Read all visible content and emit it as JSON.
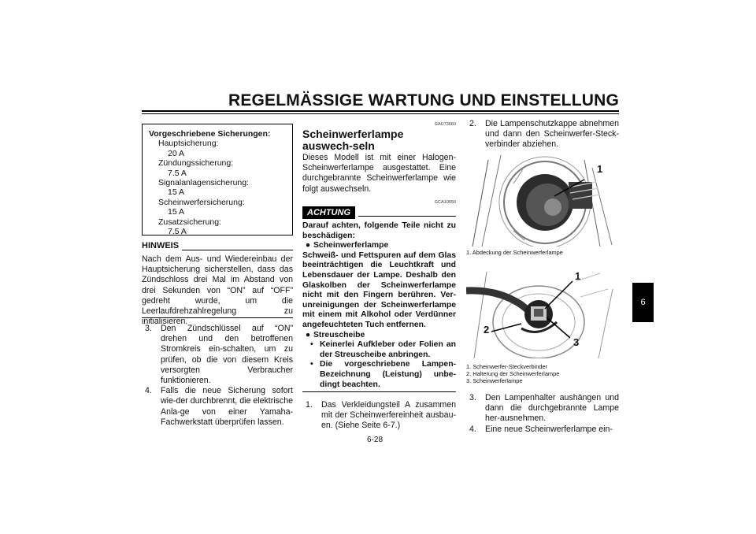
{
  "header": {
    "title": "REGELMÄSSIGE WARTUNG UND EINSTELLUNG"
  },
  "side_tab": "6",
  "fuse_box": {
    "title": "Vorgeschriebene Sicherungen:",
    "items": [
      {
        "name": "Hauptsicherung:",
        "value": "20 A"
      },
      {
        "name": "Zündungssicherung:",
        "value": "7.5 A"
      },
      {
        "name": "Signalanlagensicherung:",
        "value": "15 A"
      },
      {
        "name": "Scheinwerfersicherung:",
        "value": "15 A"
      },
      {
        "name": "Zusatzsicherung:",
        "value": "7.5 A"
      }
    ]
  },
  "hinweis": {
    "label": "HINWEIS",
    "text": "Nach dem Aus- und Wiedereinbau der Hauptsicherung sicherstellen, dass das Zündschloss drei Mal im Abstand von drei Sekunden von “ON” auf “OFF” gedreht wurde, um die Leerlaufdrehzahlregelung zu initialisieren."
  },
  "left_steps": [
    {
      "num": "3.",
      "text": "Den Zündschlüssel auf “ON” drehen und den betroffenen Stromkreis ein-schalten, um zu prüfen, ob die von diesem Kreis versorgten Verbraucher funktionieren."
    },
    {
      "num": "4.",
      "text": "Falls die neue Sicherung sofort wie-der durchbrennt, die elektrische Anla-ge von einer Yamaha-Fachwerkstatt überprüfen lassen."
    }
  ],
  "section": {
    "code": "GAU73660",
    "title": "Scheinwerferlampe auswech-seln",
    "intro": "Dieses Modell ist mit einer Halogen-Scheinwerferlampe ausgestattet. Eine durchgebrannte Scheinwerferlampe wie folgt auswechseln."
  },
  "achtung": {
    "code": "GCA10650",
    "label": "ACHTUNG",
    "intro": "Darauf achten, folgende Teile nicht zu beschädigen:",
    "b1": "Scheinwerferlampe",
    "b1_text": "Schweiß- und Fettspuren auf dem Glas beeinträchtigen die Leuchtkraft und Lebensdauer der Lampe. Deshalb den Glaskolben der Scheinwerferlampe nicht mit den Fingern berühren. Ver-unreinigungen der Scheinwerferlampe mit einem mit Alkohol oder Verdünner angefeuchteten Tuch entfernen.",
    "b2": "Streuscheibe",
    "subs": [
      "Keinerlei Aufkleber oder Folien an der Streuscheibe anbringen.",
      "Die vorgeschriebene Lampen-Bezeichnung (Leistung) unbe-dingt beachten."
    ]
  },
  "mid_step": {
    "num": "1.",
    "text": "Das Verkleidungsteil A zusammen mit der Scheinwerfereinheit ausbau-en. (Siehe Seite 6-7.)"
  },
  "right_step2": {
    "num": "2.",
    "text": "Die Lampenschutzkappe abnehmen und dann den Scheinwerfer-Steck-verbinder abziehen."
  },
  "fig1": {
    "callout": "1",
    "captions": [
      "1.   Abdeckung der Scheinwerferlampe"
    ]
  },
  "fig2": {
    "callouts": [
      "1",
      "2",
      "3"
    ],
    "captions": [
      "1.   Scheinwerfer-Steckverbinder",
      "2.   Halterung der Scheinwerferlampe",
      "3.   Scheinwerferlampe"
    ]
  },
  "right_steps": [
    {
      "num": "3.",
      "text": "Den Lampenhalter aushängen und dann die durchgebrannte Lampe her-ausnehmen."
    },
    {
      "num": "4.",
      "text": "Eine neue Scheinwerferlampe ein-"
    }
  ],
  "page_number": "6-28"
}
